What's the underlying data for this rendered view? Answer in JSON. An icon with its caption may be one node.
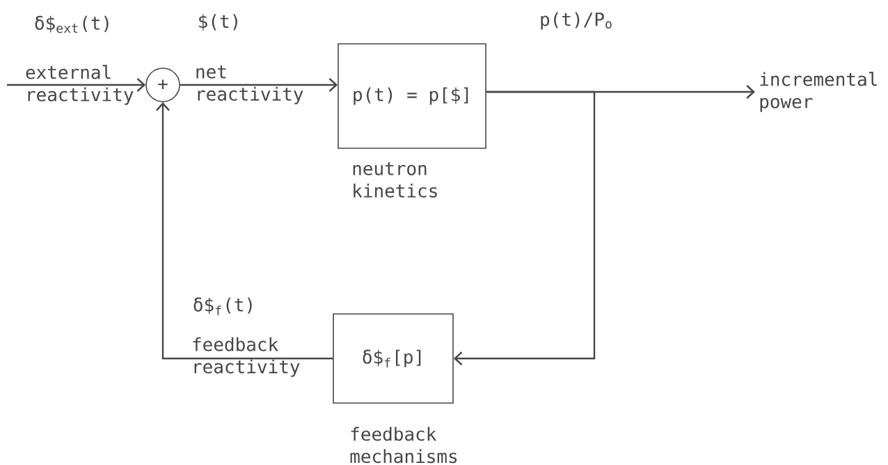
{
  "diagram": {
    "nodes": [
      {
        "text": [
          "+"
        ]
      },
      {
        "text": [
          "p(t) = p[$]"
        ],
        "beside": [
          "neutron kinetics"
        ]
      },
      {
        "text": [
          "δ$$_{f}$[p]"
        ],
        "beside": [
          "feedback mechanisms"
        ]
      },
      {
        "text": [
          "incremental power"
        ]
      }
    ],
    "edges": [
      {
        "from": null,
        "to": 0,
        "arrow": "to",
        "label": "external reactivity"
      },
      {
        "from": 0,
        "to": 1,
        "arrow": "to",
        "label": "net reactivity"
      },
      {
        "from": 1,
        "to": 3,
        "arrow": "to"
      },
      {
        "from": 1,
        "to": 2,
        "arrow": "to"
      },
      {
        "from": 2,
        "to": 0,
        "arrow": "to",
        "label": "feedback reactivity"
      }
    ],
    "labels": [
      "δ$$_{ext}$(t)",
      "$(t)",
      "p(t)/P$_{o}$",
      "δ$$_{f}$(t)"
    ]
  }
}
